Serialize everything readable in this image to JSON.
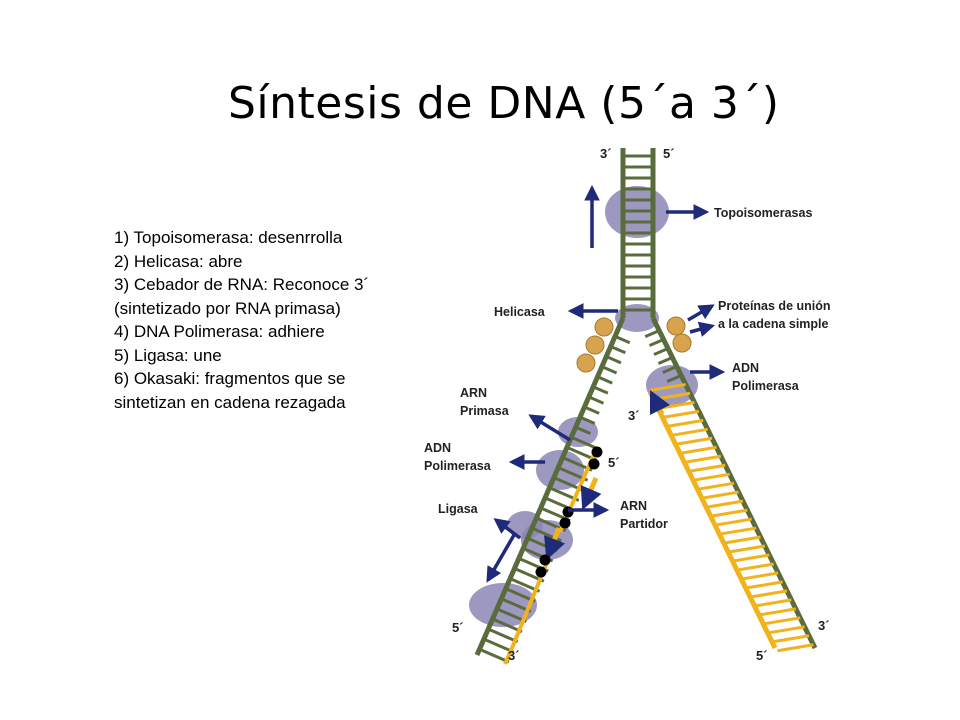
{
  "title": "Síntesis de DNA (5´a 3´)",
  "steps": [
    "1) Topoisomerasa: desenrrolla",
    "2) Helicasa: abre",
    "3) Cebador de RNA: Reconoce 3´ (sintetizado por RNA primasa)",
    "4) DNA Polimerasa: adhiere",
    "5) Ligasa: une",
    "6) Okasaki: fragmentos que se sintetizan en cadena rezagada"
  ],
  "diagram": {
    "labels": {
      "topoisomerasas": "Topoisomerasas",
      "helicasa": "Helicasa",
      "proteinas_line1": "Proteínas de unión",
      "proteinas_line2": "a la cadena simple",
      "adn_pol_right_1": "ADN",
      "adn_pol_right_2": "Polimerasa",
      "arn_primasa_1": "ARN",
      "arn_primasa_2": "Primasa",
      "adn_pol_left_1": "ADN",
      "adn_pol_left_2": "Polimerasa",
      "ligasa": "Ligasa",
      "arn_partidor_1": "ARN",
      "arn_partidor_2": "Partidor"
    },
    "ends": {
      "top_left": "3´",
      "top_right": "5´",
      "leading_3": "3´",
      "lagging_5": "5´",
      "bottom_left_5": "5´",
      "bottom_left_3": "3´",
      "bottom_right_3": "3´",
      "bottom_right_5": "5´"
    },
    "colors": {
      "strand_parent": "#5a6b3c",
      "strand_new": "#f2b21b",
      "arrow": "#1f2a7a",
      "protein": "#8b86b5",
      "ssb": "#d9a24e",
      "okazaki_dot": "#000000"
    }
  }
}
